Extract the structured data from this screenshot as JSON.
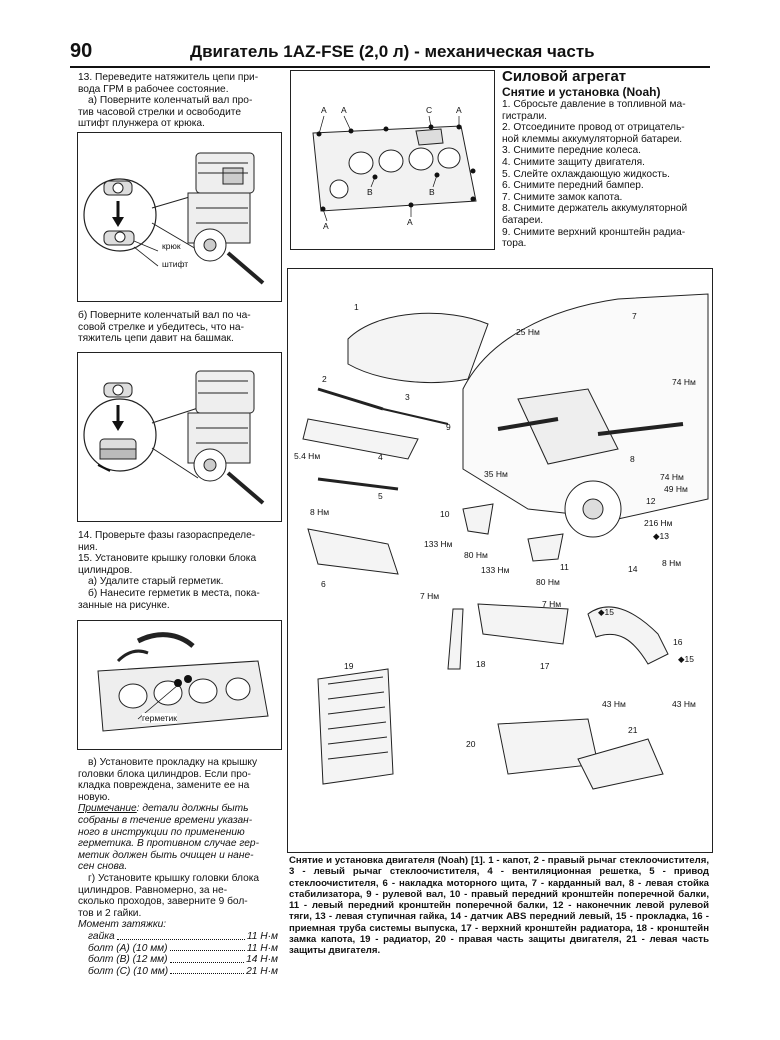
{
  "header": {
    "page_number": "90",
    "title": "Двигатель 1AZ-FSE (2,0 л) - механическая часть"
  },
  "left": {
    "step13": [
      "13. Переведите натяжитель цепи при-",
      "вода ГРМ в рабочее состояние."
    ],
    "step13a": [
      "а) Поверните коленчатый вал про-",
      "тив часовой стрелки и освободите",
      "штифт плунжера от крюка."
    ],
    "fig1_labels": {
      "hook": "крюк",
      "pin": "штифт"
    },
    "step13b": [
      "б) Поверните коленчатый вал по ча-",
      "совой стрелке и убедитесь, что на-",
      "тяжитель цепи давит на башмак."
    ],
    "step14": [
      "14. Проверьте фазы газораспределе-",
      "ния."
    ],
    "step15": [
      "15. Установите крышку головки блока",
      "цилиндров."
    ],
    "step15a": "а) Удалите старый герметик.",
    "step15b": [
      "б) Нанесите герметик в места, пока-",
      "занные на рисунке."
    ],
    "fig3_label": "герметик",
    "step15c": [
      "в) Установите прокладку на крышку",
      "головки блока цилиндров. Если про-",
      "кладка повреждена, замените ее на",
      "новую."
    ],
    "note_label": "Примечание",
    "note": [
      ": детали должны быть",
      "собраны в течение времени указан-",
      "ного в инструкции по применению",
      "герметика. В противном случае гер-",
      "метик должен быть очищен и нане-",
      "сен снова."
    ],
    "step15g": [
      "г) Установите крышку головки блока",
      "цилиндров. Равномерно, за не-",
      "сколько проходов, заверните 9 бол-",
      "тов и 2 гайки."
    ],
    "torque_title": "Момент затяжки:",
    "torque": [
      {
        "name": "гайка",
        "value": "11 Н·м"
      },
      {
        "name": "болт (A) (10 мм)",
        "value": "11 Н·м"
      },
      {
        "name": "болт (B) (12 мм)",
        "value": "14 Н·м"
      },
      {
        "name": "болт (C) (10 мм)",
        "value": "21 Н·м"
      }
    ]
  },
  "right": {
    "section_title": "Силовой агрегат",
    "subsection_title": "Снятие и установка (Noah)",
    "steps": [
      "1. Сбросьте давление в топливной ма-",
      "гистрали.",
      "2. Отсоедините провод от отрицатель-",
      "ной клеммы аккумуляторной батареи.",
      "3. Снимите передние колеса.",
      "4. Снимите защиту двигателя.",
      "5. Слейте охлаждающую жидкость.",
      "6. Снимите передний бампер.",
      "7. Снимите замок капота.",
      "8. Снимите держатель аккумуляторной",
      "батареи.",
      "9. Снимите верхний кронштейн радиа-",
      "тора."
    ],
    "cover_labels": {
      "a": "A",
      "b": "B",
      "c": "C"
    },
    "diagram_labels": {
      "n1": "1",
      "n2": "2",
      "n3": "3",
      "n4": "4",
      "n5": "5",
      "n6": "6",
      "n7": "7",
      "n8": "8",
      "n9": "9",
      "n10": "10",
      "n11": "11",
      "n12": "12",
      "n13": "13",
      "n14": "14",
      "n15": "15",
      "n16": "16",
      "n17": "17",
      "n18": "18",
      "n19": "19",
      "n20": "20",
      "n21": "21",
      "t25": "25 Нм",
      "t74a": "74 Нм",
      "t74b": "74 Нм",
      "t49": "49 Нм",
      "t35": "35 Нм",
      "t54": "5.4 Нм",
      "t8a": "8 Нм",
      "t8b": "8 Нм",
      "t216": "216 Нм",
      "t133a": "133 Нм",
      "t80a": "80 Нм",
      "t133b": "133 Нм",
      "t80b": "80 Нм",
      "t7a": "7 Нм",
      "t7b": "7 Нм",
      "t43a": "43 Нм",
      "t43b": "43 Нм",
      "d13": "◆13",
      "d15": "◆15",
      "d15b": "◆15"
    },
    "caption": "Снятие и установка двигателя (Noah) [1]. 1 - капот, 2 - правый рычаг стеклоочистителя, 3 - левый рычаг стеклоочистителя, 4 - вентиляционная решетка, 5 - привод стеклоочистителя, 6 - накладка моторного щита, 7 - карданный вал, 8 - левая стойка стабилизатора, 9 - рулевой вал, 10 - правый передний кронштейн поперечной балки, 11 - левый передний кронштейн поперечной балки, 12 - наконечник левой рулевой тяги, 13 - левая ступичная гайка, 14 - датчик ABS передний левый, 15 - прокладка, 16 - приемная труба системы выпуска, 17 - верхний кронштейн радиатора, 18 - кронштейн замка капота, 19 - радиатор, 20 - правая часть защиты двигателя, 21 - левая часть защиты двигателя."
  }
}
